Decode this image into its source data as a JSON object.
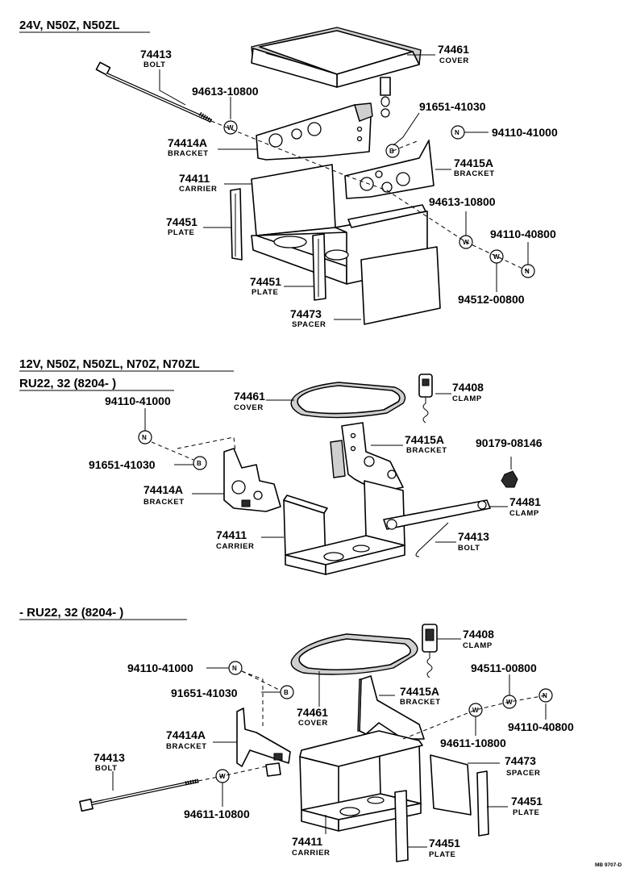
{
  "sections": {
    "s1": {
      "line1": "24V, N50Z, N50ZL"
    },
    "s2": {
      "line1": "12V, N50Z, N50ZL, N70Z, N70ZL",
      "line2": "RU22, 32 (8204-        )"
    },
    "s3": {
      "line1": "- RU22, 32 (8204-        )"
    }
  },
  "callouts": {
    "s1_cover": {
      "number": "74461",
      "name": "COVER"
    },
    "s1_bolt": {
      "number": "74413",
      "name": "BOLT"
    },
    "s1_bracket_a": {
      "number": "74414A",
      "name": "BRACKET"
    },
    "s1_bracket_b": {
      "number": "74415A",
      "name": "BRACKET"
    },
    "s1_carrier": {
      "number": "74411",
      "name": "CARRIER"
    },
    "s1_plate_l": {
      "number": "74451",
      "name": "PLATE"
    },
    "s1_plate_c": {
      "number": "74451",
      "name": "PLATE"
    },
    "s1_spacer": {
      "number": "74473",
      "name": "SPACER"
    },
    "s2_cover": {
      "number": "74461",
      "name": "COVER"
    },
    "s2_clamp_top": {
      "number": "74408",
      "name": "CLAMP"
    },
    "s2_bracket_b": {
      "number": "74415A",
      "name": "BRACKET"
    },
    "s2_bracket_a": {
      "number": "74414A",
      "name": "BRACKET"
    },
    "s2_carrier": {
      "number": "74411",
      "name": "CARRIER"
    },
    "s2_clamp_bar": {
      "number": "74481",
      "name": "CLAMP"
    },
    "s2_bolt": {
      "number": "74413",
      "name": "BOLT"
    },
    "s3_clamp_top": {
      "number": "74408",
      "name": "CLAMP"
    },
    "s3_bracket_b": {
      "number": "74415A",
      "name": "BRACKET"
    },
    "s3_cover": {
      "number": "74461",
      "name": "COVER"
    },
    "s3_bracket_a": {
      "number": "74414A",
      "name": "BRACKET"
    },
    "s3_bolt": {
      "number": "74413",
      "name": "BOLT"
    },
    "s3_spacer": {
      "number": "74473",
      "name": "SPACER"
    },
    "s3_plate_r": {
      "number": "74451",
      "name": "PLATE"
    },
    "s3_carrier": {
      "number": "74411",
      "name": "CARRIER"
    },
    "s3_plate_c": {
      "number": "74451",
      "name": "PLATE"
    }
  },
  "part_numbers": {
    "s1_washer_top": "94613-10800",
    "s1_bolt_b": "91651-41030",
    "s1_nut_top": "94110-41000",
    "s1_washer_mid": "94613-10800",
    "s1_nut_right": "94110-40800",
    "s1_washer_low": "94512-00800",
    "s2_nut": "94110-41000",
    "s2_bolt_b": "91651-41030",
    "s2_nut_r": "90179-08146",
    "s3_nut": "94110-41000",
    "s3_bolt_b": "91651-41030",
    "s3_washer_r": "94511-00800",
    "s3_nut_r": "94110-40800",
    "s3_washer_m": "94611-10800",
    "s3_washer_l": "94611-10800"
  },
  "symbols": {
    "washer": "W",
    "nut": "N",
    "bolt": "B"
  },
  "ref_code": "MB 9707-D"
}
